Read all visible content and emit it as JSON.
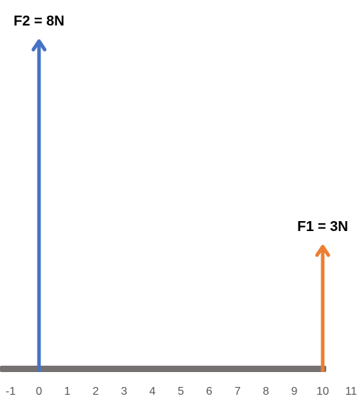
{
  "axis": {
    "ticks": [
      "-1",
      "0",
      "1",
      "2",
      "3",
      "4",
      "5",
      "6",
      "7",
      "8",
      "9",
      "10",
      "11"
    ],
    "color": "#767171"
  },
  "forces": [
    {
      "id": "f2",
      "label": "F2 = 8N",
      "position": 0,
      "magnitude": 8,
      "color": "#4472C4"
    },
    {
      "id": "f1",
      "label": "F1 = 3N",
      "position": 10,
      "magnitude": 3,
      "color": "#ED7D31"
    }
  ]
}
